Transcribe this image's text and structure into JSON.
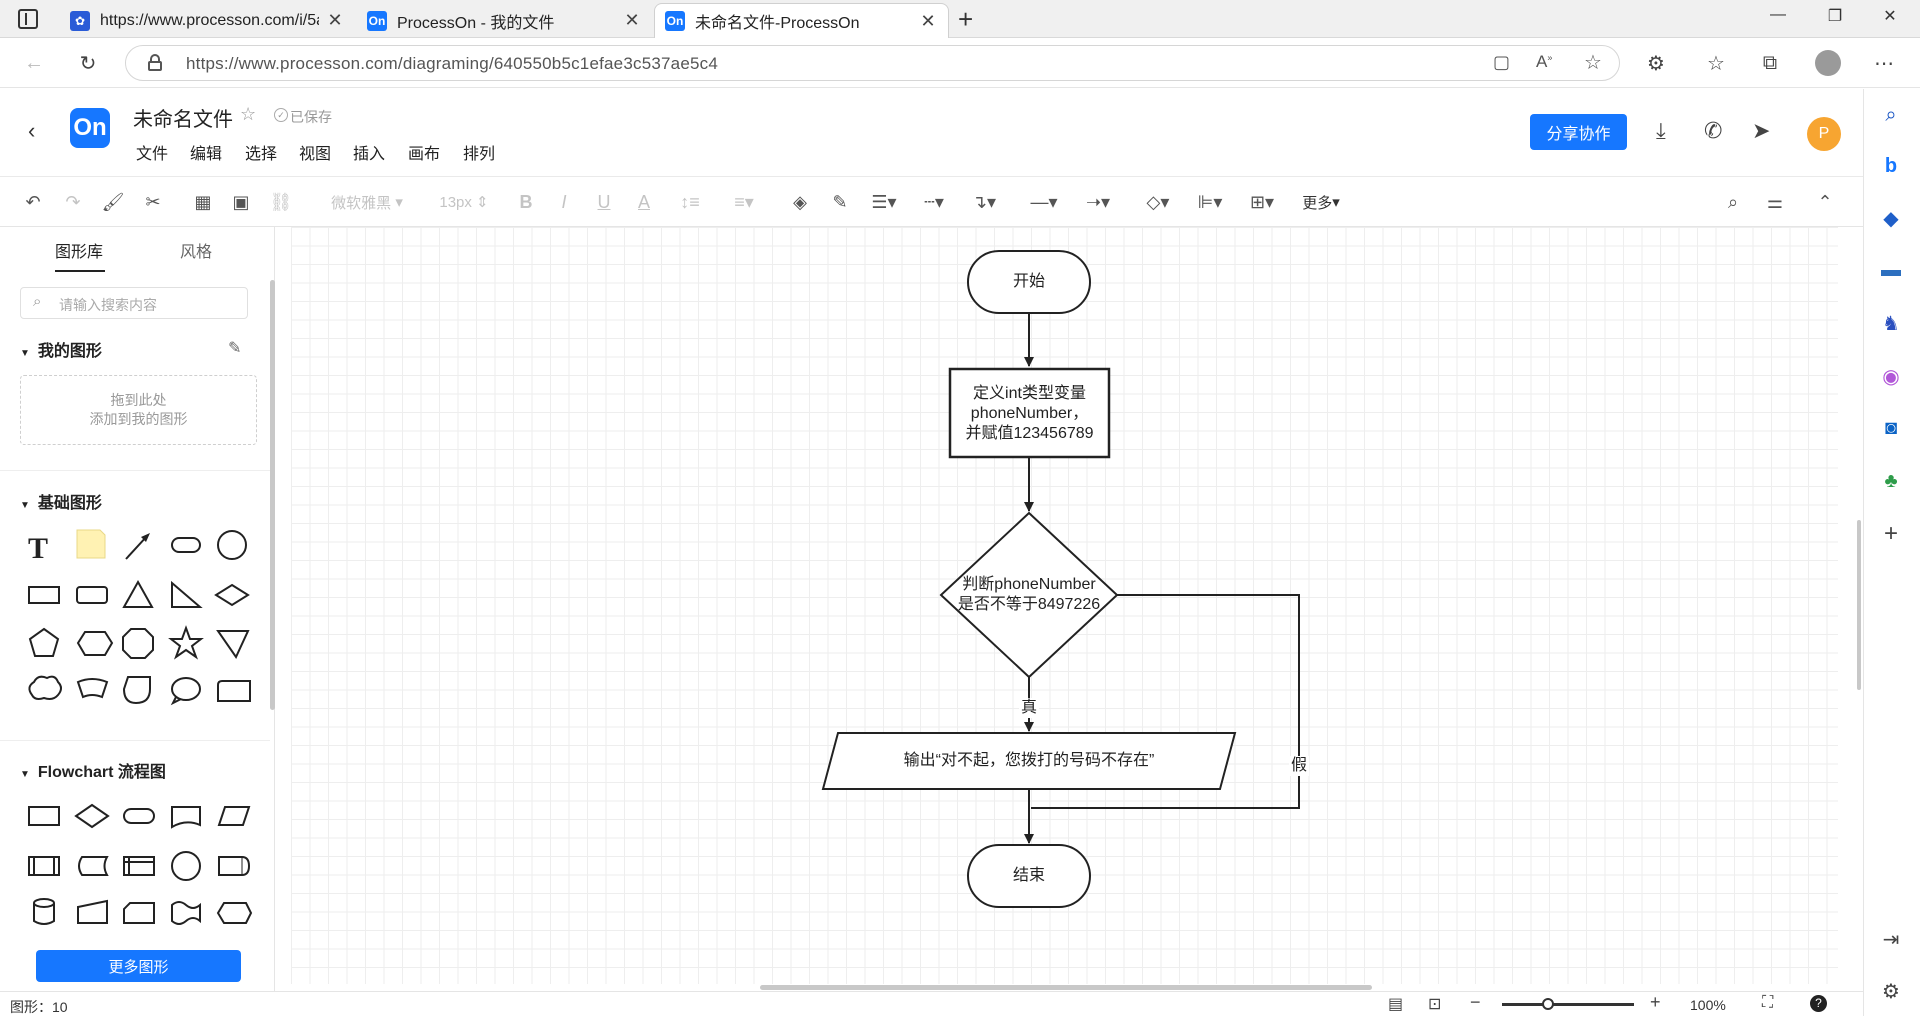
{
  "browser": {
    "tabs": [
      {
        "title": "https://www.processon.com/i/5a",
        "favicon": "paw-icon"
      },
      {
        "title": "ProcessOn - 我的文件",
        "favicon": "On"
      },
      {
        "title": "未命名文件-ProcessOn",
        "favicon": "On",
        "active": true
      }
    ],
    "url": "https://www.processon.com/diagraming/640550b5c1efae3c537ae5c4"
  },
  "app": {
    "logo": "On",
    "doc_title": "未命名文件",
    "saved_status": "已保存",
    "menu": [
      "文件",
      "编辑",
      "选择",
      "视图",
      "插入",
      "画布",
      "排列"
    ],
    "share_label": "分享协作",
    "avatar_letter": "P",
    "accent_color": "#1677ff"
  },
  "toolbar": {
    "font_family": "微软雅黑",
    "font_size": "13px",
    "more_label": "更多"
  },
  "left_panel": {
    "tabs": [
      "图形库",
      "风格"
    ],
    "search_placeholder": "请输入搜索内容",
    "my_shapes": {
      "title": "我的图形",
      "drop_line1": "拖到此处",
      "drop_line2": "添加到我的图形"
    },
    "basic_shapes": {
      "title": "基础图形"
    },
    "flowchart": {
      "title": "Flowchart 流程图"
    },
    "more_shapes_label": "更多图形"
  },
  "diagram": {
    "start": "开始",
    "process_line1": "定义int类型变量",
    "process_line2": "phoneNumber，",
    "process_line3": "并赋值123456789",
    "decision_line1": "判断phoneNumber",
    "decision_line2": "是否不等于8497226",
    "true_label": "真",
    "false_label": "假",
    "output": "输出“对不起，您拨打的号码不存在”",
    "end": "结束"
  },
  "statusbar": {
    "shape_count": "图形：10",
    "zoom": "100%",
    "zoom_level": 0.35
  }
}
